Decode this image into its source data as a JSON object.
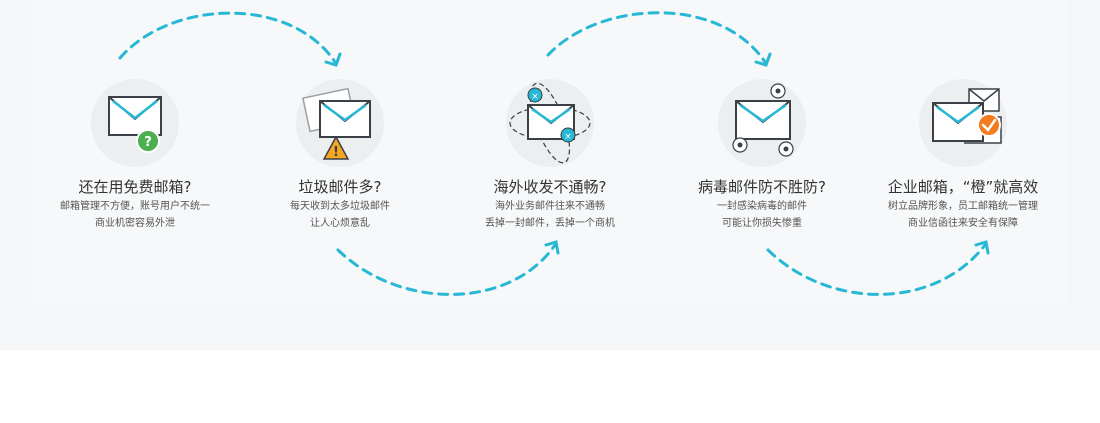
{
  "colors": {
    "accent": "#26b8d4",
    "warning": "#f5a623",
    "help": "#4caf50",
    "brand": "#f47c20"
  },
  "features": [
    {
      "title": "还在用免费邮箱?",
      "lines": [
        "邮箱管理不方便，账号用户不统一",
        "商业机密容易外泄"
      ],
      "icon": "envelope-question-icon"
    },
    {
      "title": "垃圾邮件多?",
      "lines": [
        "每天收到太多垃圾邮件",
        "让人心烦意乱"
      ],
      "icon": "envelope-warning-icon"
    },
    {
      "title": "海外收发不通畅?",
      "lines": [
        "海外业务邮件往来不通畅",
        "丢掉一封邮件，丢掉一个商机"
      ],
      "icon": "envelope-orbit-icon"
    },
    {
      "title": "病毒邮件防不胜防?",
      "lines": [
        "一封感染病毒的邮件",
        "可能让你损失惨重"
      ],
      "icon": "envelope-virus-icon"
    },
    {
      "title": "企业邮箱，“橙”就高效",
      "lines": [
        "树立品牌形象，员工邮箱统一管理",
        "商业信函往来安全有保障"
      ],
      "icon": "envelope-check-icon"
    }
  ]
}
